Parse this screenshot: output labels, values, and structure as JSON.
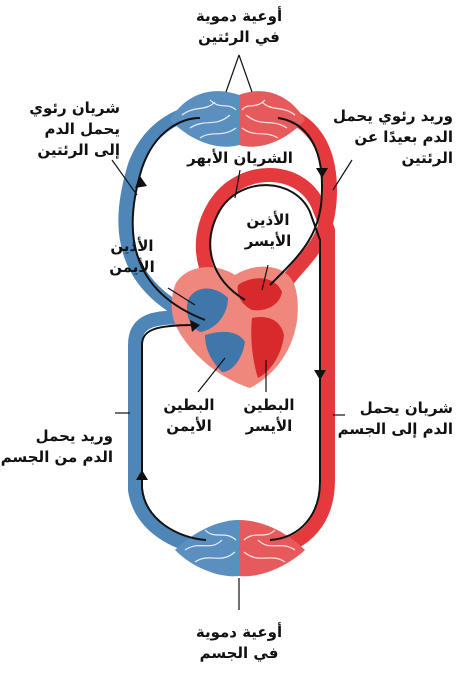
{
  "colors": {
    "oxygenated": "#e53a3d",
    "oxygenated_dark": "#c62326",
    "deoxygenated": "#4f86b8",
    "deoxygenated_dark": "#2f6593",
    "heart_outer": "#f0877d",
    "flow_arrow": "#111111"
  },
  "labels": {
    "lung_capillaries": [
      "أوعية دموية",
      "في الرئتين"
    ],
    "pulmonary_artery": [
      "شريان رئوي",
      "يحمل الدم",
      "إلى الرئتين"
    ],
    "pulmonary_vein": [
      "وريد رئوي يحمل",
      "الدم بعيدًا عن",
      "الرئتين"
    ],
    "aorta": "الشريان الأبهر",
    "left_atrium": [
      "الأذين",
      "الأيسر"
    ],
    "right_atrium": [
      "الأذين",
      "الأيمن"
    ],
    "right_ventricle": [
      "البطين",
      "الأيمن"
    ],
    "left_ventricle": [
      "البطين",
      "الأيسر"
    ],
    "body_artery": [
      "شريان يحمل",
      "الدم إلى الجسم"
    ],
    "body_vein": [
      "وريد يحمل",
      "الدم من الجسم"
    ],
    "body_capillaries": [
      "أوعية دموية",
      "في الجسم"
    ]
  }
}
